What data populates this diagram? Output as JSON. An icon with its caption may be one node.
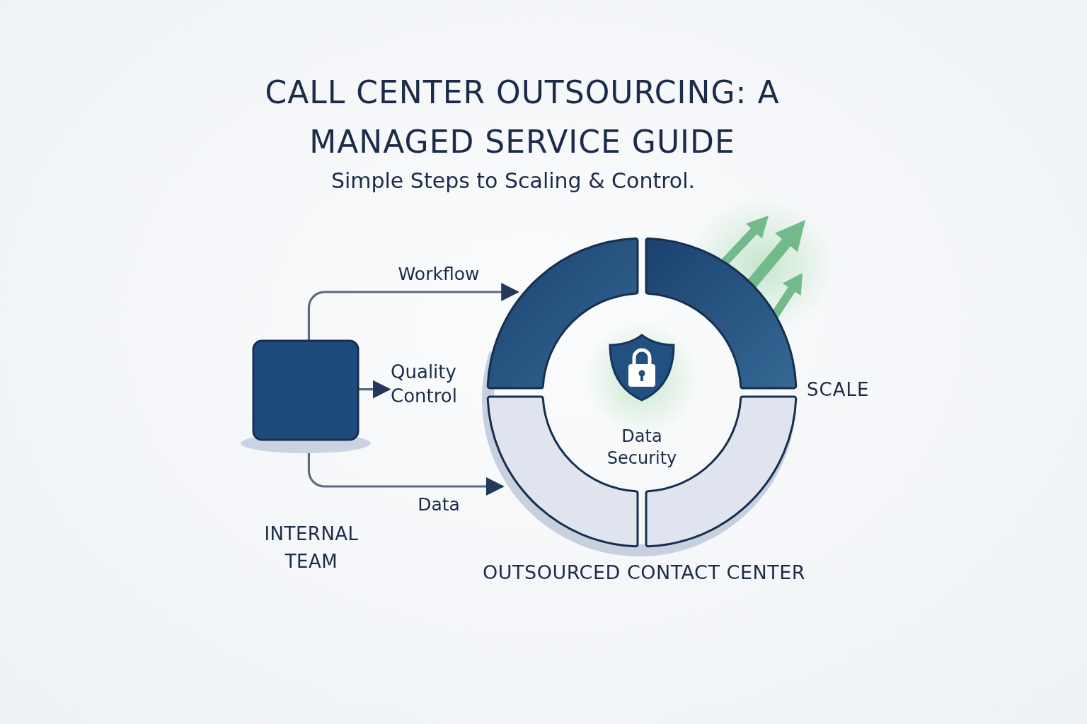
{
  "diagram": {
    "title": "CALL CENTER OUTSOURCING: A MANAGED SERVICE GUIDE",
    "nodes": [
      {
        "text": [
          "INTERNAL TEAM"
        ]
      },
      {
        "text": [
          "Quality Control"
        ]
      },
      {
        "text": [
          "OUTSOURCED CONTACT CENTER"
        ]
      },
      {
        "text": [
          "Data Security"
        ]
      }
    ],
    "edges": [
      {
        "from": 0,
        "to": 2,
        "arrow": "to",
        "label": "Workflow"
      },
      {
        "from": 0,
        "to": 1,
        "arrow": "to"
      },
      {
        "from": 0,
        "to": 2,
        "arrow": "to",
        "label": "Data"
      }
    ],
    "labels": [
      "Simple Steps to Scaling & Control.",
      "SCALE"
    ]
  }
}
